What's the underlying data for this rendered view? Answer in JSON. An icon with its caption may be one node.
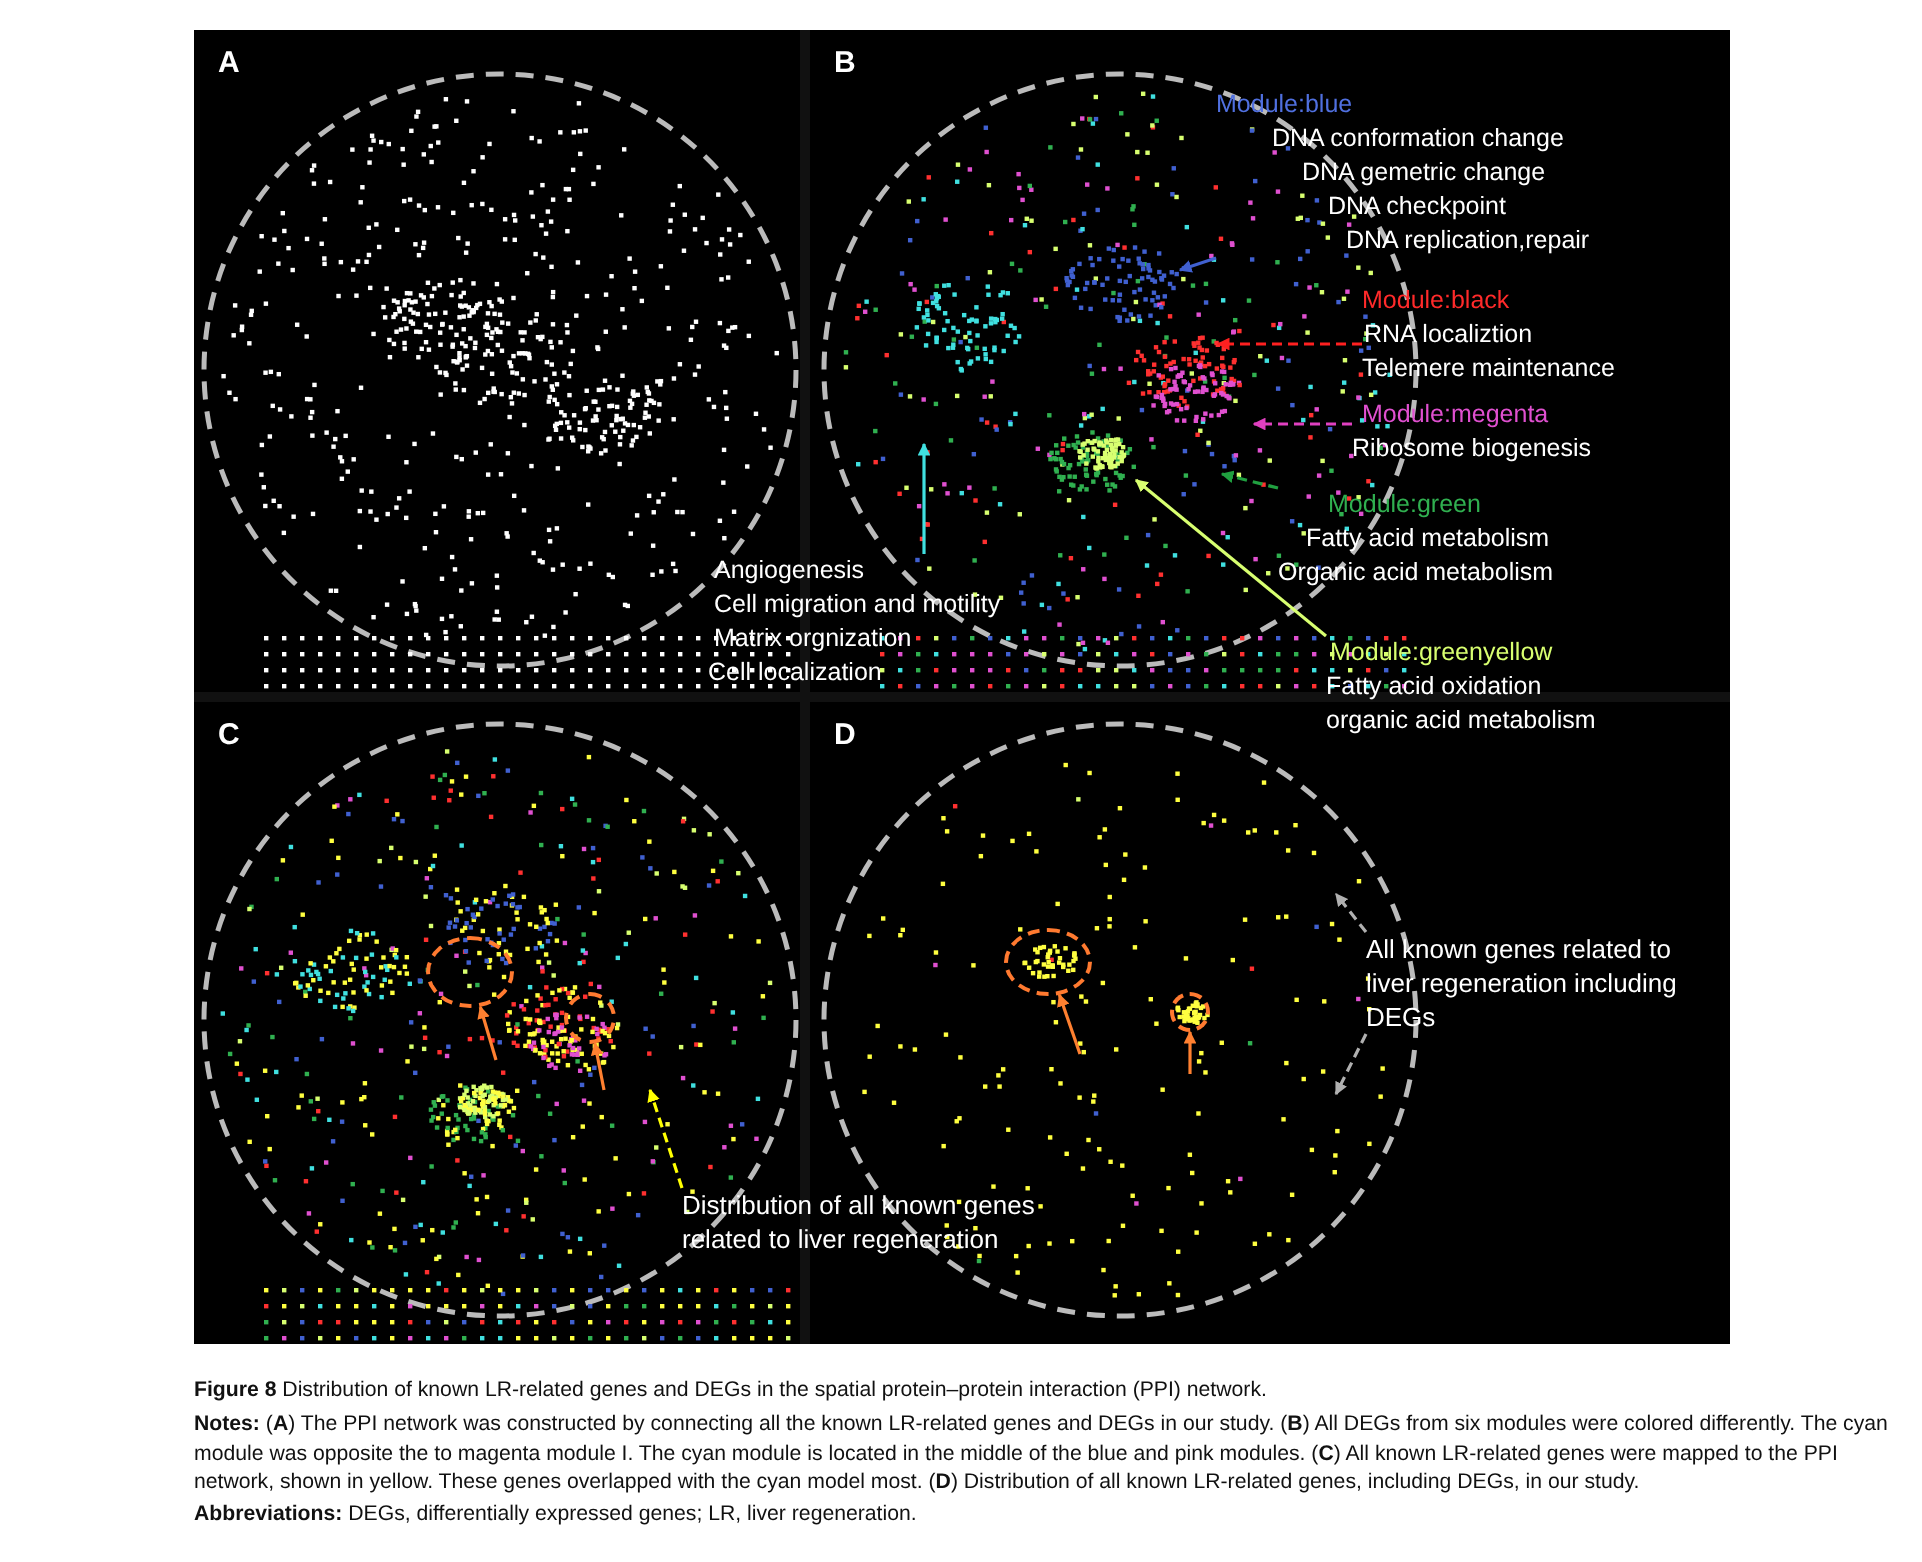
{
  "diagram": {
    "caption": "**Figure 8** Distribution of known LR-related genes and DEGs in the spatial protein–protein interaction (PPI) network.",
    "nodes": [
      {
        "text": [
          "A"
        ]
      },
      {
        "text": [
          "B"
        ]
      },
      {
        "text": [
          "C"
        ]
      },
      {
        "text": [
          "D"
        ]
      },
      {
        "text": [
          "Module:blue",
          "DNA conformation change",
          "DNA gemetric change",
          "DNA checkpoint",
          "DNA replication,repair"
        ],
        "in": 1
      },
      {
        "text": [
          "Module:black",
          "RNA localiztion",
          "Telemere maintenance"
        ],
        "in": 1
      },
      {
        "text": [
          "Module:megenta",
          "Ribosome biogenesis"
        ],
        "in": 1
      },
      {
        "text": [
          "Module:green",
          "Fatty acid metabolism",
          "Organic acid metabolism"
        ],
        "in": 1
      },
      {
        "text": [
          "Module:greenyellow",
          "Fatty acid oxidation",
          "organic acid metabolism"
        ]
      },
      {
        "text": [
          "Angiogenesis",
          "Cell migration and motility",
          "Matrix orgnization",
          "Cell localization"
        ]
      },
      {
        "text": [
          "Distribution of all known genes related to liver regeneration"
        ]
      },
      {
        "text": [],
        "shape": "circle",
        "in": 2
      },
      {
        "text": [],
        "shape": "circle",
        "in": 2
      },
      {
        "text": [
          "All known genes related to liver regeneration including DEGs"
        ],
        "in": 3
      },
      {
        "text": [],
        "shape": "circle",
        "in": 3
      },
      {
        "text": [],
        "shape": "circle",
        "in": 3
      }
    ],
    "edges": [
      {
        "from": 4,
        "to": null,
        "arrow": "to",
        "color": "#4060d0"
      },
      {
        "from": 5,
        "to": null,
        "arrow": "to",
        "style": "dashed",
        "color": "#ff2020"
      },
      {
        "from": 6,
        "to": null,
        "arrow": "to",
        "style": "dashed",
        "color": "#e040c0"
      },
      {
        "from": 7,
        "to": null,
        "arrow": "to",
        "style": "dashed",
        "color": "#20a040"
      },
      {
        "from": 8,
        "to": null,
        "arrow": "to",
        "color": "#d8ff70"
      },
      {
        "from": 9,
        "to": null,
        "arrow": "to",
        "color": "#40e0e0"
      },
      {
        "from": 10,
        "to": null,
        "arrow": "to",
        "style": "dashed",
        "color": "#ffff00"
      },
      {
        "from": 13,
        "to": null,
        "arrow": "to",
        "style": "dashed",
        "color": "#b0b0b0"
      },
      {
        "from": 13,
        "to": null,
        "arrow": "to",
        "style": "dashed",
        "color": "#b0b0b0"
      },
      {
        "from": null,
        "to": 11,
        "arrow": "to",
        "color": "#ff8030"
      },
      {
        "from": null,
        "to": 12,
        "arrow": "to",
        "color": "#ff8030"
      },
      {
        "from": null,
        "to": 14,
        "arrow": "to",
        "color": "#ff8030"
      },
      {
        "from": null,
        "to": 15,
        "arrow": "to",
        "color": "#ff8030"
      }
    ],
    "labels": [
      "**Notes:** (**A**) The PPI network was constructed by connecting all the known LR-related genes and DEGs in our study. (**B**) All DEGs from six modules were colored differently. The cyan module was opposite the to magenta module I. The cyan module is located in the middle of the blue and pink modules. (**C**) All known LR-related genes were mapped to the PPI network, shown in yellow. These genes overlapped with the cyan model most. (**D**) Distribution of all known LR-related genes, including DEGs, in our study.",
      "**Abbreviations:** DEGs, differentially expressed genes; LR, liver regeneration."
    ]
  }
}
